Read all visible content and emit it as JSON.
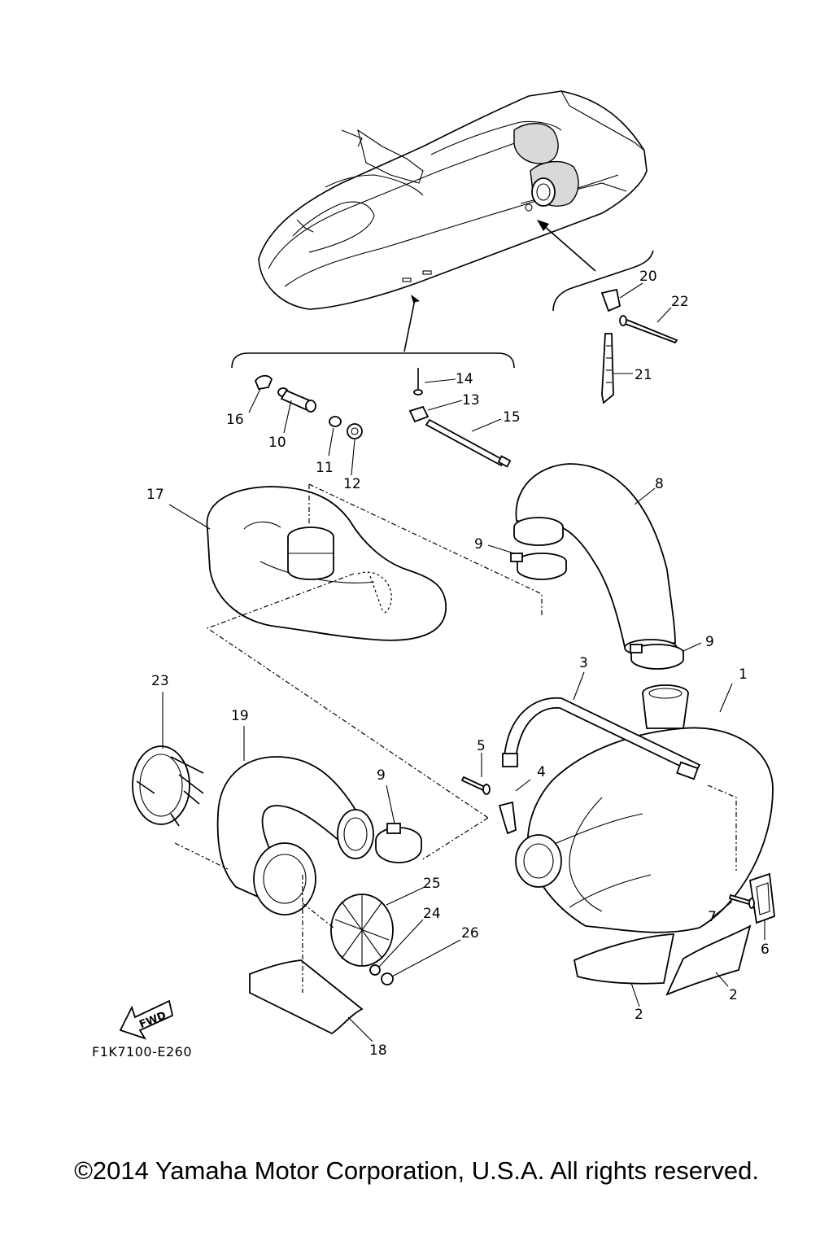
{
  "diagram": {
    "labels": [
      {
        "id": "l1",
        "text": "1"
      },
      {
        "id": "l2a",
        "text": "2"
      },
      {
        "id": "l2b",
        "text": "2"
      },
      {
        "id": "l3",
        "text": "3"
      },
      {
        "id": "l4",
        "text": "4"
      },
      {
        "id": "l5",
        "text": "5"
      },
      {
        "id": "l6",
        "text": "6"
      },
      {
        "id": "l7",
        "text": "7"
      },
      {
        "id": "l8",
        "text": "8"
      },
      {
        "id": "l9a",
        "text": "9"
      },
      {
        "id": "l9b",
        "text": "9"
      },
      {
        "id": "l9c",
        "text": "9"
      },
      {
        "id": "l10",
        "text": "10"
      },
      {
        "id": "l11",
        "text": "11"
      },
      {
        "id": "l12",
        "text": "12"
      },
      {
        "id": "l13",
        "text": "13"
      },
      {
        "id": "l14",
        "text": "14"
      },
      {
        "id": "l15",
        "text": "15"
      },
      {
        "id": "l16",
        "text": "16"
      },
      {
        "id": "l17",
        "text": "17"
      },
      {
        "id": "l18",
        "text": "18"
      },
      {
        "id": "l19",
        "text": "19"
      },
      {
        "id": "l20",
        "text": "20"
      },
      {
        "id": "l21",
        "text": "21"
      },
      {
        "id": "l22",
        "text": "22"
      },
      {
        "id": "l23",
        "text": "23"
      },
      {
        "id": "l24",
        "text": "24"
      },
      {
        "id": "l25",
        "text": "25"
      },
      {
        "id": "l26",
        "text": "26"
      }
    ],
    "fwd_arrow": "FWD",
    "drawing_code": "F1K7100-E260",
    "copyright": "©2014 Yamaha Motor Corporation, U.S.A. All rights reserved."
  }
}
